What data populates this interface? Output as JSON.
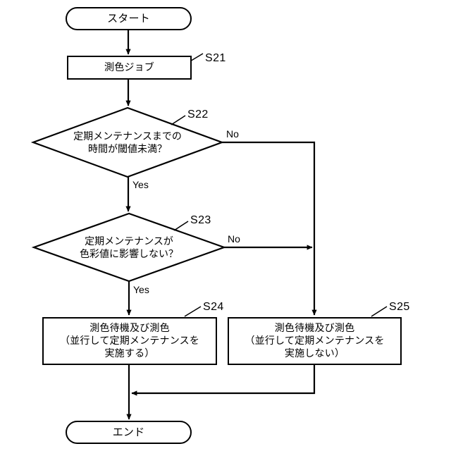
{
  "diagram": {
    "type": "flowchart",
    "title": "",
    "orientation": "top-to-bottom",
    "nodes": {
      "start": {
        "label": "スタート",
        "shape": "terminator"
      },
      "s21": {
        "label": "測色ジョブ",
        "shape": "process",
        "step": "S21"
      },
      "s22": {
        "label": "定期メンテナンスまでの\n時間が閾値未満？",
        "shape": "decision",
        "step": "S22"
      },
      "s23": {
        "label": "定期メンテナンスが\n色彩値に影響しない？",
        "shape": "decision",
        "step": "S23"
      },
      "s24": {
        "label": "測色待機及び測色\n（並行して定期メンテナンスを\n実施する）",
        "shape": "process",
        "step": "S24"
      },
      "s25": {
        "label": "測色待機及び測色\n（並行して定期メンテナンスを\n実施しない）",
        "shape": "process",
        "step": "S25"
      },
      "end": {
        "label": "エンド",
        "shape": "terminator"
      }
    },
    "edge_labels": {
      "s22_no": "No",
      "s22_yes": "Yes",
      "s23_no": "No",
      "s23_yes": "Yes"
    },
    "colors": {
      "line": "#000000",
      "background": "#ffffff",
      "text": "#000000"
    }
  }
}
